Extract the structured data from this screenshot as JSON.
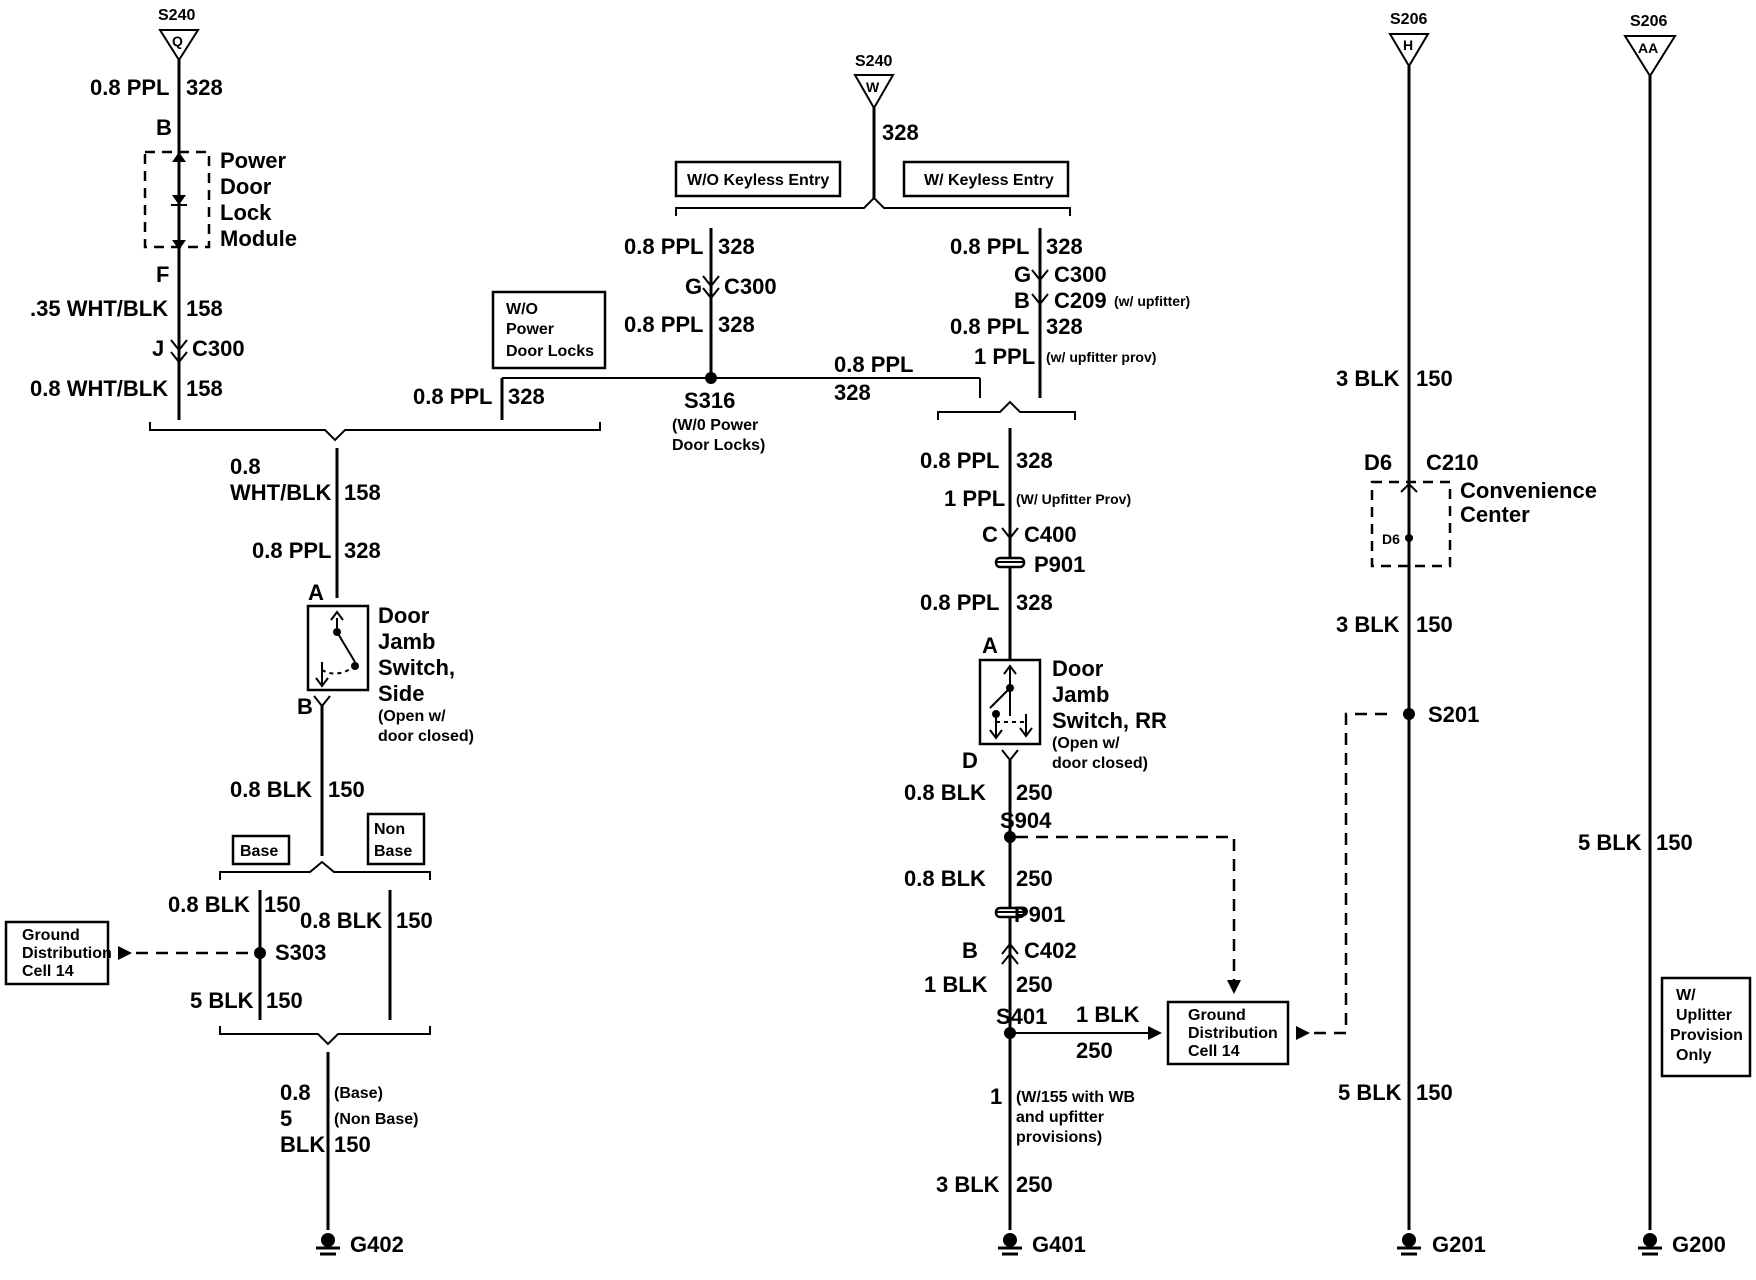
{
  "feeds": {
    "left": {
      "splice": "S240",
      "pin": "Q"
    },
    "middle": {
      "splice": "S240",
      "pin": "W"
    },
    "right1": {
      "splice": "S206",
      "pin": "H"
    },
    "right2": {
      "splice": "S206",
      "pin": "AA"
    }
  },
  "left": {
    "w1_size": "0.8 PPL",
    "w1_circ": "328",
    "pin_b": "B",
    "module": [
      "Power",
      "Door",
      "Lock",
      "Module"
    ],
    "pin_f": "F",
    "w2_size": ".35 WHT/BLK",
    "w2_circ": "158",
    "conn_pin": "J",
    "conn": "C300",
    "w3_size": "0.8 WHT/BLK",
    "w3_circ": "158",
    "wo_power_box": [
      "W/O",
      "Power",
      "Door Locks"
    ],
    "w4_size": "0.8 PPL",
    "w4_circ": "328",
    "w5_size_a": "0.8",
    "w5_size_b": "WHT/BLK",
    "w5_circ": "158",
    "w6_size": "0.8 PPL",
    "w6_circ": "328",
    "pin_a": "A",
    "switch": [
      "Door",
      "Jamb",
      "Switch,",
      "Side"
    ],
    "switch_note": [
      "(Open w/",
      "door closed)"
    ],
    "pin_b2": "B",
    "w7_size": "0.8 BLK",
    "w7_circ": "150",
    "base_box": "Base",
    "nonbase_box": [
      "Non",
      "Base"
    ],
    "w8_size": "0.8 BLK",
    "w8_circ": "150",
    "w9_size": "0.8 BLK",
    "w9_circ": "150",
    "ground_box": [
      "Ground",
      "Distribution",
      "Cell 14"
    ],
    "splice": "S303",
    "w10_size": "5 BLK",
    "w10_circ": "150",
    "w11_a": "0.8",
    "w11_a_note": "(Base)",
    "w11_b": "5",
    "w11_b_note": "(Non Base)",
    "w11_c": "BLK",
    "w11_circ": "150",
    "ground": "G402"
  },
  "middle": {
    "feed_circ": "328",
    "wo_keyless": "W/O Keyless Entry",
    "w_keyless": "W/ Keyless Entry",
    "l1_size": "0.8 PPL",
    "l1_circ": "328",
    "l_conn_pin": "G",
    "l_conn": "C300",
    "l2_size": "0.8 PPL",
    "l2_circ": "328",
    "mid_size": "0.8 PPL",
    "mid_circ": "328",
    "splice": "S316",
    "splice_note": [
      "(W/0 Power",
      "Door Locks)"
    ],
    "r1_size": "0.8 PPL",
    "r1_circ": "328",
    "r_conn_pin": "G",
    "r_conn": "C300",
    "r_conn2_pin": "B",
    "r_conn2": "C209",
    "r_conn2_note": "(w/ upfitter)",
    "r2_size": "0.8 PPL",
    "r2_circ": "328",
    "r3_size": "1 PPL",
    "r3_note": "(w/ upfitter prov)",
    "r4_size": "0.8 PPL",
    "r4_circ": "328",
    "r5_size": "1 PPL",
    "r5_note": "(W/ Upfitter Prov)",
    "c400_pin": "C",
    "c400": "C400",
    "p901": "P901",
    "r6_size": "0.8 PPL",
    "r6_circ": "328",
    "pin_a": "A",
    "switch": [
      "Door",
      "Jamb",
      "Switch, RR"
    ],
    "switch_note": [
      "(Open w/",
      "door closed)"
    ],
    "pin_d": "D",
    "r7_size": "0.8 BLK",
    "r7_circ": "250",
    "s904": "S904",
    "r8_size": "0.8 BLK",
    "r8_circ": "250",
    "p901b": "P901",
    "c402_pin": "B",
    "c402": "C402",
    "r9_size": "1 BLK",
    "r9_circ": "250",
    "s401": "S401",
    "h_size": "1 BLK",
    "h_circ": "250",
    "ground_box": [
      "Ground",
      "Distribution",
      "Cell 14"
    ],
    "r10_size": "1",
    "r10_note": [
      "(W/155 with WB",
      "and upfitter",
      "provisions)"
    ],
    "r11_size": "3 BLK",
    "r11_circ": "250",
    "ground": "G401"
  },
  "right": {
    "a1_size": "3 BLK",
    "a1_circ": "150",
    "pin_d6": "D6",
    "c210": "C210",
    "center": [
      "Convenience",
      "Center"
    ],
    "d6_inner": "D6",
    "a2_size": "3 BLK",
    "a2_circ": "150",
    "s201": "S201",
    "a3_size": "5 BLK",
    "a3_circ": "150",
    "ground_a": "G201",
    "b1_size": "5 BLK",
    "b1_circ": "150",
    "upfitter_box": [
      "W/",
      "Uplitter",
      "Provision",
      "Only"
    ],
    "ground_b": "G200"
  }
}
